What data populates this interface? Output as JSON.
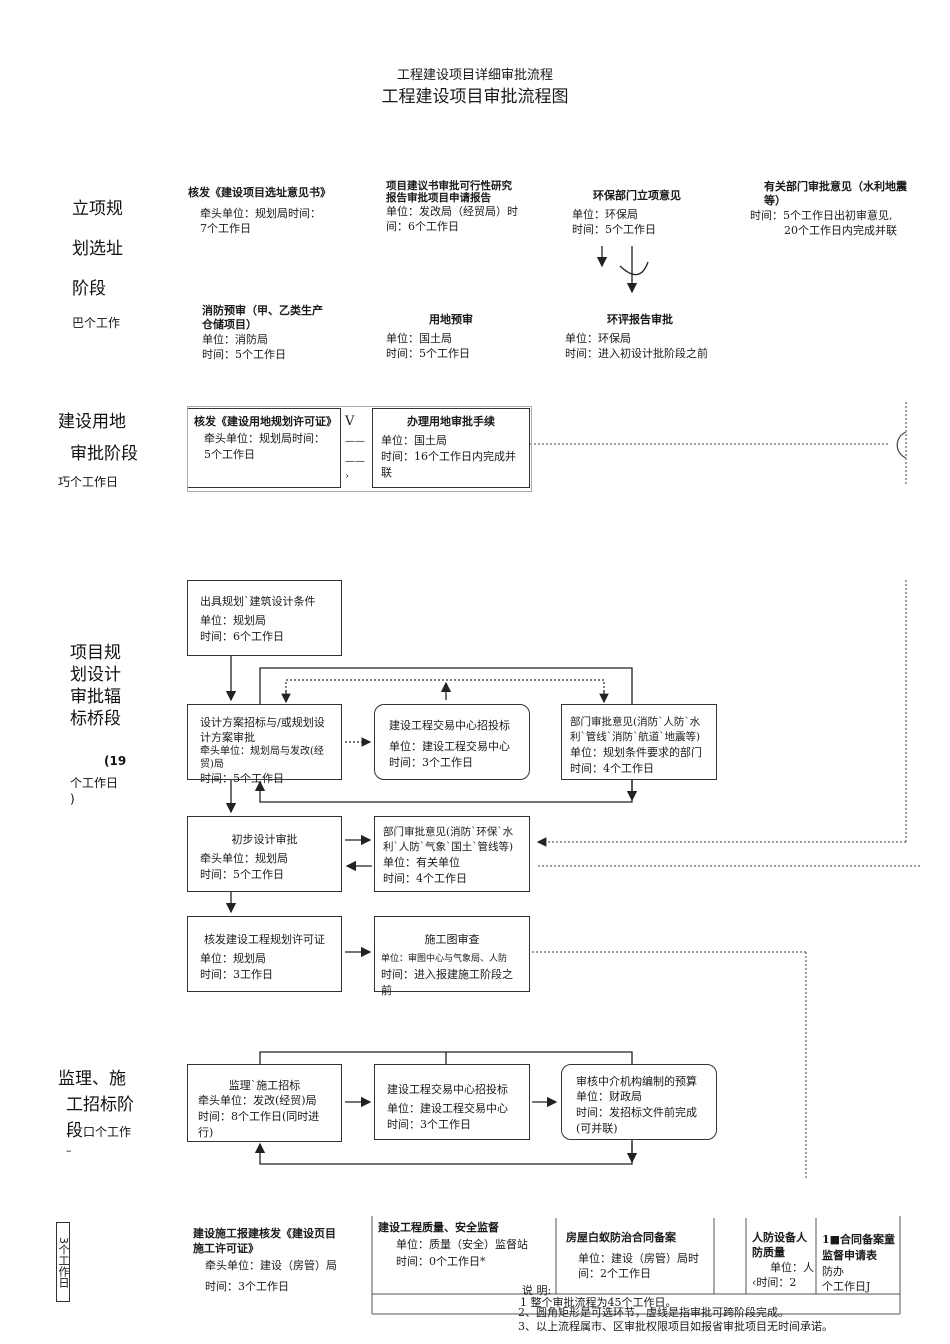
{
  "doc": {
    "subtitle": "工程建设项目详细审批流程",
    "title": "工程建设项目审批流程图"
  },
  "stages": {
    "s1": {
      "l1": "立项规",
      "l2": "划选址",
      "l3": "阶段",
      "days": "巴个工作"
    },
    "s2": {
      "l1": "建设用地",
      "l2": "审批阶段",
      "days": "巧个工作日"
    },
    "s3": {
      "l1": "项目规",
      "l2": "划设计",
      "l3": "审批辐",
      "l4": "标桥段",
      "num": "(19",
      "days": "个工作日",
      "tail": ")"
    },
    "s4": {
      "l1": "监理、施",
      "l2": "工招标阶",
      "l3": "段",
      "l3b": "口",
      "days": "个工作",
      "tail": "–"
    },
    "s5": {
      "vertical": "3个工作日"
    }
  },
  "p1": {
    "a": {
      "title": "核发《建设项目选址意见书》",
      "unit": "牵头单位：规划局时间：",
      "time": "7个工作日"
    },
    "b": {
      "title": "项目建议书审批可行性研究报告审批项目申请报告",
      "unit": "单位：发改局（经贸局）时间：6个工作日"
    },
    "c": {
      "title": "环保部门立项意见",
      "unit": "单位：环保局",
      "time": "时间：5个工作日"
    },
    "d": {
      "title": "有关部门审批意见（水利地震等）",
      "time": "时间：5个工作日出初审意见,",
      "time2": "20个工作日内完成并联"
    },
    "e": {
      "title": "消防预审（甲、乙类生产仓储项目）",
      "unit": "单位：消防局",
      "time": "时间：5个工作日"
    },
    "f": {
      "title": "用地预审",
      "unit": "单位：国土局",
      "time": "时间：5个工作日"
    },
    "g": {
      "title": "环评报告审批",
      "unit": "单位：环保局",
      "time": "时间：进入初设计批阶段之前"
    }
  },
  "p2": {
    "a": {
      "title": "核发《建设用地规划许可证》",
      "unit": "牵头单位：规划局时间：",
      "time": "5个工作日"
    },
    "mark": {
      "v": "V",
      "d1": "——",
      "d2": "——",
      "gt": "›"
    },
    "b": {
      "title": "办理用地审批手续",
      "unit": "单位：国土局",
      "time": "时间：16个工作日内完成并联"
    }
  },
  "p3": {
    "a": {
      "title": "出具规划`建筑设计条件",
      "unit": "单位：规划局",
      "time": "时间：6个工作日"
    },
    "b": {
      "title": "设计方案招标与/或规划设计方案审批",
      "unit": "牵头单位：规划局与发改(经贸)局",
      "time": "时间：5个工作日"
    },
    "c": {
      "title": "建设工程交易中心招投标",
      "unit": "单位：建设工程交易中心",
      "time": "时间：3个工作日"
    },
    "d": {
      "title": "部门审批意见(消防`人防`水利`管线`消防`航道`地震等)",
      "unit": "单位：规划条件要求的部门",
      "time": "时间：4个工作日"
    },
    "e": {
      "title": "初步设计审批",
      "unit": "牵头单位：规划局",
      "time": "时间：5个工作日"
    },
    "f": {
      "title": "部门审批意见(消防`环保`水利`人防`气象`国土`管线等)",
      "unit": "单位：有关单位",
      "time": "时间：4个工作日"
    },
    "g": {
      "title": "核发建设工程规划许可证",
      "unit": "单位：规划局",
      "time": "时间：3工作日"
    },
    "h": {
      "title": "施工图审查",
      "unit": "单位：审图中心与气象局、人防",
      "time": "时间：进入报建施工阶段之前"
    }
  },
  "p4": {
    "a": {
      "title": "监理`施工招标",
      "unit": "牵头单位：发改(经贸)局",
      "time": "时间：8个工作日(同时进行)"
    },
    "b": {
      "title": "建设工程交易中心招投标",
      "unit": "单位：建设工程交易中心",
      "time": "时间：3个工作日"
    },
    "c": {
      "title": "审核中介机构编制的预算",
      "unit": "单位：财政局",
      "time": "时间：发招标文件前完成(可并联)"
    }
  },
  "p5": {
    "a": {
      "title": "建设施工报建核发《建设页目施工许可证》",
      "unit": "牵头单位：建设（房管）局",
      "time": "时间：3个工作日"
    },
    "b": {
      "title": "建设工程质量、安全监督",
      "unit": "单位：质量（安全）监督站",
      "time": "时间：0个工作日*"
    },
    "c": {
      "title": "房屋白蚁防治合同备案",
      "unit": "单位：建设（房管）局时间：2个工作日"
    },
    "d": {
      "title": "人防设备人防质量",
      "unit": "单位：人",
      "time": "‹时间：2"
    },
    "e": {
      "title": "1■合同备案童监督申请表",
      "unit": "防办",
      "time": "个工作日J"
    }
  },
  "notes": {
    "head": "说 明:",
    "n1": "1    整个审批流程为45个工作日。",
    "n2": "2、圆角矩形是可选环节，虚线是指审批可跨阶段完成。",
    "n3": "3、以上流程属市、区审批权限项目如报省审批项目无时间承诺。"
  }
}
